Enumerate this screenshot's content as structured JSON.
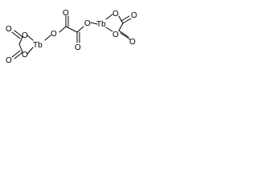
{
  "structure": {
    "atoms": {
      "tb_left": "Tb",
      "tb_right": "Tb",
      "o_left_ring_top": "O",
      "o_left_ring_bottom": "O",
      "o_left_carbonyl_top": "O",
      "o_left_carbonyl_bottom": "O",
      "o_center_left": "O",
      "o_center_right": "O",
      "o_center_carbonyl_top": "O",
      "o_center_carbonyl_bottom": "O",
      "o_right_ring_top": "O",
      "o_right_ring_bottom": "O",
      "o_right_carbonyl_top": "O",
      "o_right_carbonyl_bottom": "O"
    }
  }
}
